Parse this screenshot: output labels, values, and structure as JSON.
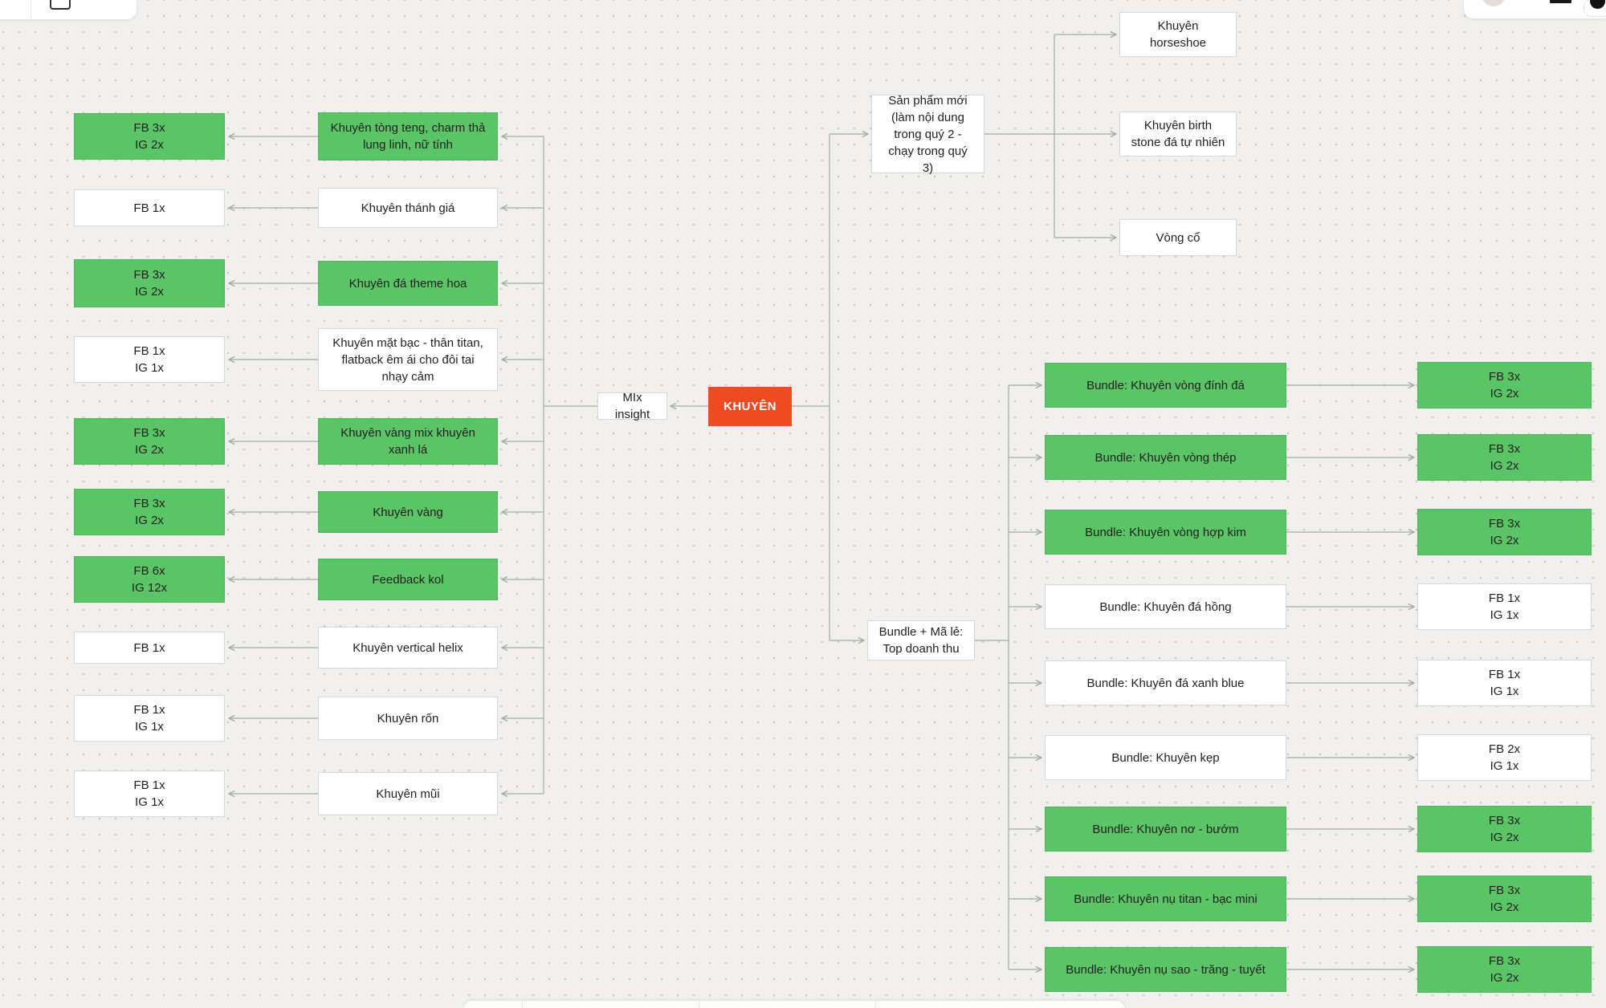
{
  "app": {
    "root_label": "KHUYÊN",
    "insight_label": "MIx insight",
    "colors": {
      "green_fill": "#5bc467",
      "green_border": "#4eb75b",
      "white_fill": "#ffffff",
      "white_border": "#d7d7d7",
      "root_fill": "#f04a23",
      "root_text": "#ffffff",
      "connector": "#a4aba5",
      "canvas_bg": "#f1f0ee",
      "dot_color": "#c9c7c4"
    }
  },
  "left_rows": [
    {
      "variant": "green",
      "metric": [
        "FB 3x",
        "IG 2x"
      ],
      "topic": "Khuyên tòng teng, charm thả lung linh, nữ tính"
    },
    {
      "variant": "white",
      "metric": [
        "FB 1x"
      ],
      "topic": "Khuyên thánh giá"
    },
    {
      "variant": "green",
      "metric": [
        "FB 3x",
        "IG 2x"
      ],
      "topic": "Khuyên đá theme hoa"
    },
    {
      "variant": "white",
      "metric": [
        "FB 1x",
        "IG 1x"
      ],
      "topic": "Khuyên mặt bạc - thân titan, flatback êm ái cho đôi tai nhạy cảm"
    },
    {
      "variant": "green",
      "metric": [
        "FB 3x",
        "IG 2x"
      ],
      "topic": "Khuyên vàng mix khuyên xanh lá"
    },
    {
      "variant": "green",
      "metric": [
        "FB 3x",
        "IG 2x"
      ],
      "topic": "Khuyên vàng"
    },
    {
      "variant": "green",
      "metric": [
        "FB 6x",
        "IG 12x"
      ],
      "topic": "Feedback kol"
    },
    {
      "variant": "white",
      "metric": [
        "FB 1x"
      ],
      "topic": "Khuyên vertical helix"
    },
    {
      "variant": "white",
      "metric": [
        "FB 1x",
        "IG 1x"
      ],
      "topic": "Khuyên rốn"
    },
    {
      "variant": "white",
      "metric": [
        "FB 1x",
        "IG 1x"
      ],
      "topic": "Khuyên mũi"
    }
  ],
  "new_products": {
    "hub": "Sản phẩm mới (làm nội dung trong quý 2 - chạy trong quý 3)",
    "children": [
      "Khuyên horseshoe",
      "Khuyên birth stone đá tự nhiên",
      "Vòng cổ"
    ]
  },
  "bundles": {
    "hub": "Bundle + Mã lẻ: Top doanh thu",
    "children": [
      {
        "variant": "green",
        "label": "Bundle: Khuyên vòng đính đá",
        "metric": [
          "FB 3x",
          "IG 2x"
        ]
      },
      {
        "variant": "green",
        "label": "Bundle: Khuyên vòng thép",
        "metric": [
          "FB 3x",
          "IG 2x"
        ]
      },
      {
        "variant": "green",
        "label": "Bundle: Khuyên vòng hợp kim",
        "metric": [
          "FB 3x",
          "IG 2x"
        ]
      },
      {
        "variant": "white",
        "label": "Bundle: Khuyên đá hồng",
        "metric": [
          "FB 1x",
          "IG 1x"
        ]
      },
      {
        "variant": "white",
        "label": "Bundle: Khuyên đá xanh blue",
        "metric": [
          "FB 1x",
          "IG 1x"
        ]
      },
      {
        "variant": "white",
        "label": "Bundle: Khuyên kẹp",
        "metric": [
          "FB 2x",
          "IG 1x"
        ]
      },
      {
        "variant": "green",
        "label": "Bundle: Khuyên nơ - bướm",
        "metric": [
          "FB 3x",
          "IG 2x"
        ]
      },
      {
        "variant": "green",
        "label": "Bundle: Khuyên nụ titan - bạc mini",
        "metric": [
          "FB 3x",
          "IG 2x"
        ]
      },
      {
        "variant": "green",
        "label": "Bundle: Khuyên nụ sao - trăng - tuyết",
        "metric": [
          "FB 3x",
          "IG 2x"
        ]
      }
    ]
  }
}
